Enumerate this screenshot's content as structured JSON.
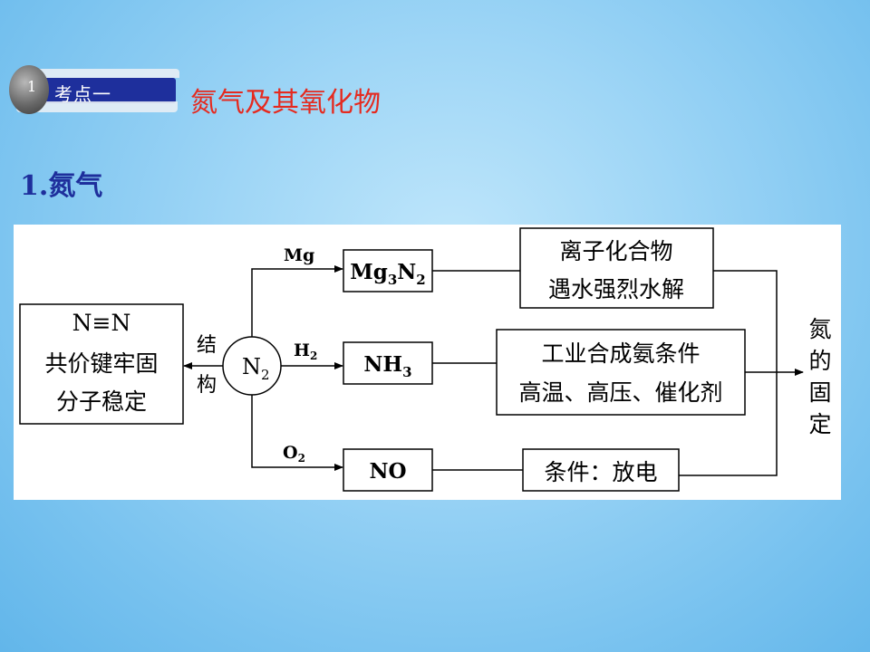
{
  "header": {
    "tab_number": "1",
    "tab_label": "考点一",
    "topic_title": "氮气及其氧化物"
  },
  "section": {
    "title": "1.氮气"
  },
  "diagram": {
    "center": {
      "label_main": "N",
      "label_sub": "2"
    },
    "structure_label": [
      "结",
      "构"
    ],
    "structure_box": [
      "N≡N",
      "共价键牢固",
      "分子稳定"
    ],
    "branches": [
      {
        "reagent_main": "Mg",
        "reagent_sub": "",
        "product_parts": [
          [
            "Mg",
            false
          ],
          [
            "3",
            true
          ],
          [
            "N",
            false
          ],
          [
            "2",
            true
          ]
        ],
        "note_lines": [
          "离子化合物",
          "遇水强烈水解"
        ]
      },
      {
        "reagent_main": "H",
        "reagent_sub": "2",
        "product_parts": [
          [
            "NH",
            false
          ],
          [
            "3",
            true
          ]
        ],
        "note_lines": [
          "工业合成氨条件",
          "高温、高压、催化剂"
        ]
      },
      {
        "reagent_main": "O",
        "reagent_sub": "2",
        "product_parts": [
          [
            "NO",
            false
          ]
        ],
        "note_lines": [
          "条件：放电"
        ]
      }
    ],
    "fixation_label": [
      "氮",
      "的",
      "固",
      "定"
    ]
  }
}
